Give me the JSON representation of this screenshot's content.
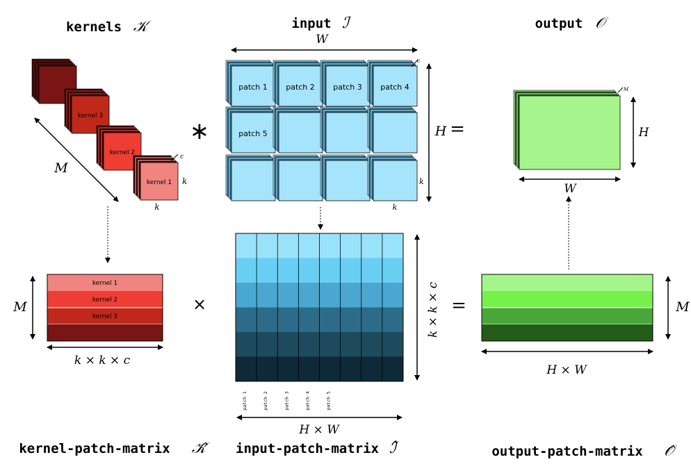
{
  "titles": {
    "kernels": {
      "word": "kernels",
      "symbol": "𝒦"
    },
    "input": {
      "word": "input",
      "symbol": "ℐ"
    },
    "output": {
      "word": "output",
      "symbol": "𝒪"
    },
    "kernel_patch_matrix": {
      "word": "kernel-patch-matrix",
      "symbol": "𝒦̂"
    },
    "input_patch_matrix": {
      "word": "input-patch-matrix",
      "symbol": "ℐ̂"
    },
    "output_patch_matrix": {
      "word": "output-patch-matrix",
      "symbol": "𝒪̂"
    }
  },
  "operators": {
    "convolution": "∗",
    "equals_top": "=",
    "times": "×",
    "equals_bottom": "="
  },
  "kernels": {
    "labels": [
      "kernel 3",
      "kernel 2",
      "kernel 1"
    ],
    "dim_M": "M",
    "dim_c": "c",
    "dim_k_side": "k",
    "dim_k_bottom": "k",
    "colors": [
      "#7a1515",
      "#c0281c",
      "#ee3e33",
      "#f08480"
    ]
  },
  "input": {
    "patch_labels": [
      "patch 1",
      "patch 2",
      "patch 3",
      "patch 4",
      "patch 5"
    ],
    "dim_W": "W",
    "dim_H": "H",
    "dim_c": "c",
    "dim_k_side": "k",
    "dim_k_bottom": "k",
    "color_face": "#a6e4fb",
    "color_edge": "#2a7fa8"
  },
  "output": {
    "dim_M": "M",
    "dim_H": "H",
    "dim_W": "W",
    "color_face": "#a6f58c",
    "color_edge": "#2f6b1e"
  },
  "kernel_matrix": {
    "rows": [
      "kernel 1",
      "kernel 2",
      "kernel 3",
      ""
    ],
    "row_colors": [
      "#f08480",
      "#ee3e33",
      "#c0281c",
      "#7a1515"
    ],
    "dim_M": "M",
    "dim_cols": "k × k × c"
  },
  "input_matrix": {
    "col_labels": [
      "patch 1",
      "patch 2",
      "patch 3",
      "patch 4",
      "patch 5"
    ],
    "row_colors": [
      "#99e3fa",
      "#68cff3",
      "#4aa7d0",
      "#2d6c89",
      "#1e4a5e",
      "#0e2a36"
    ],
    "dim_rows": "k × k × c",
    "dim_cols": "H × W"
  },
  "output_matrix": {
    "row_colors": [
      "#a6f58c",
      "#76f04b",
      "#4aa83a",
      "#245c1a"
    ],
    "dim_M": "M",
    "dim_cols": "H × W"
  }
}
